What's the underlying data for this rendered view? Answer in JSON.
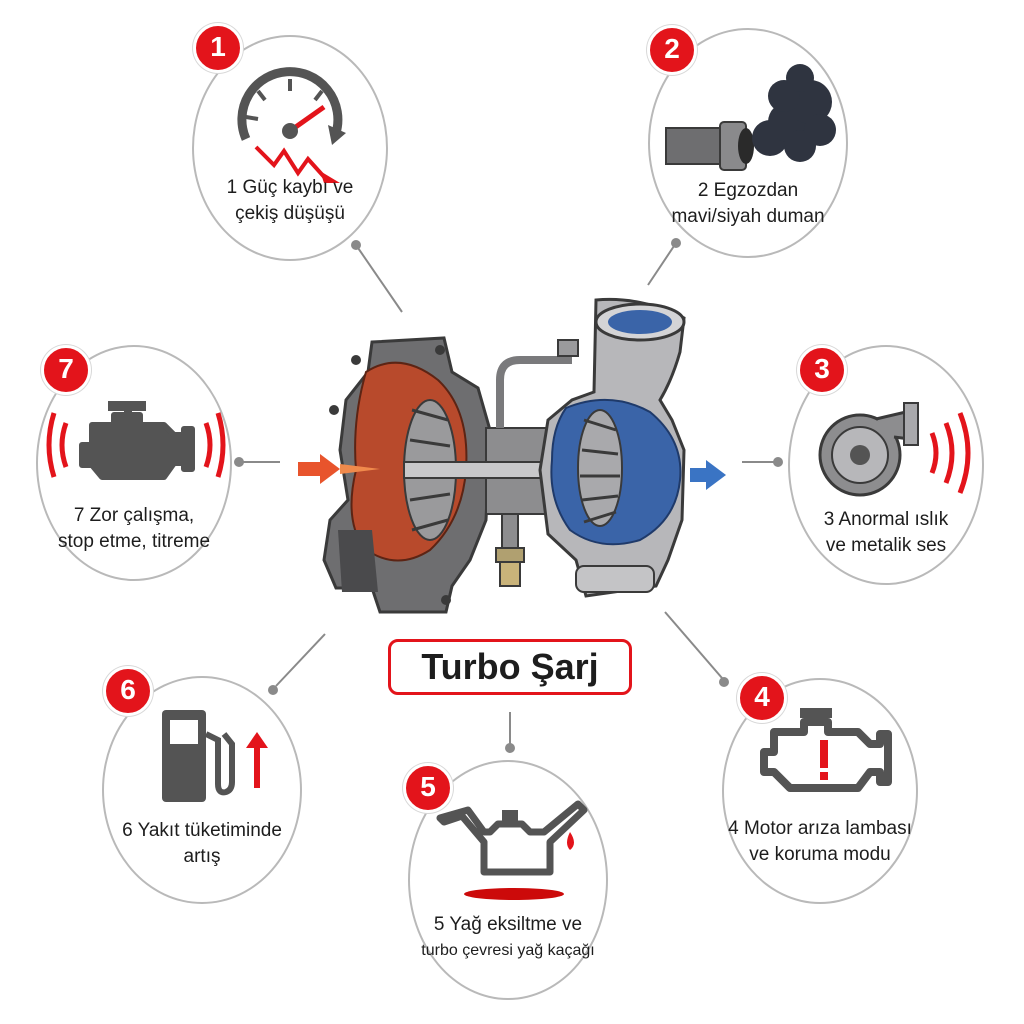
{
  "title": "Turbo Şarj",
  "colors": {
    "accent": "#e3141b",
    "icon_gray": "#545454",
    "hot_side": "#b84a2c",
    "cold_side": "#3a64a8",
    "connector": "#8a8a8a"
  },
  "symptoms": [
    {
      "number": "1",
      "line1": "1 Güç kaybı ve",
      "line2": "çekiş düşüşü",
      "icon": "gauge-drop-icon"
    },
    {
      "number": "2",
      "line1": "2 Egzozdan",
      "line2": "mavi/siyah duman",
      "icon": "exhaust-smoke-icon"
    },
    {
      "number": "3",
      "line1": "3 Anormal ıslık",
      "line2": "ve metalik ses",
      "icon": "turbo-noise-icon"
    },
    {
      "number": "4",
      "line1": "4 Motor arıza lambası",
      "line2": "ve koruma modu",
      "icon": "engine-warning-icon"
    },
    {
      "number": "5",
      "line1": "5 Yağ eksiltme ve",
      "line2": "turbo çevresi yağ kaçağı",
      "icon": "oil-can-leak-icon"
    },
    {
      "number": "6",
      "line1": "6 Yakıt tüketiminde",
      "line2": "artış",
      "icon": "fuel-pump-up-icon"
    },
    {
      "number": "7",
      "line1": "7 Zor çalışma,",
      "line2": "stop etme, titreme",
      "icon": "engine-vibration-icon"
    }
  ]
}
